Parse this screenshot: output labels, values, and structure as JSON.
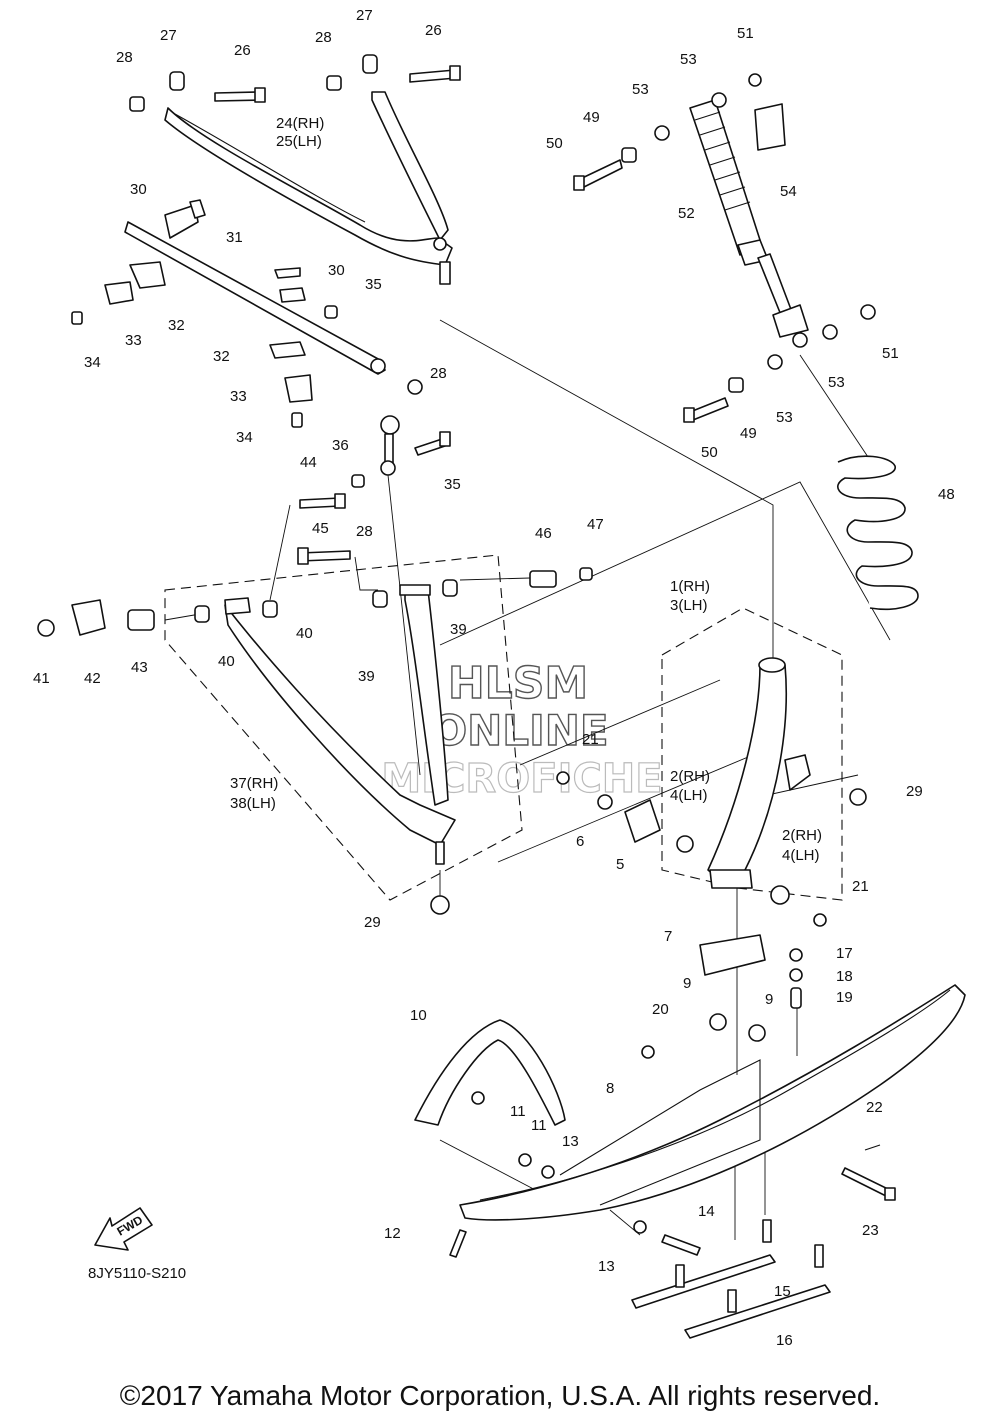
{
  "diagram_code": "8JY5110-S210",
  "fwd_label": "FWD",
  "watermark": {
    "line1": "HLSM",
    "line2": "ONLINE",
    "line3": "MICROFICHE"
  },
  "copyright": "©2017 Yamaha Motor Corporation, U.S.A. All rights reserved.",
  "callouts": [
    {
      "id": "c28a",
      "text": "28"
    },
    {
      "id": "c27a",
      "text": "27"
    },
    {
      "id": "c26a",
      "text": "26"
    },
    {
      "id": "c28b",
      "text": "28"
    },
    {
      "id": "c27b",
      "text": "27"
    },
    {
      "id": "c26b",
      "text": "26"
    },
    {
      "id": "c24",
      "text": "24(RH)"
    },
    {
      "id": "c25",
      "text": "25(LH)"
    },
    {
      "id": "c30a",
      "text": "30"
    },
    {
      "id": "c31",
      "text": "31"
    },
    {
      "id": "c30b",
      "text": "30"
    },
    {
      "id": "c35a",
      "text": "35"
    },
    {
      "id": "c32a",
      "text": "32"
    },
    {
      "id": "c33a",
      "text": "33"
    },
    {
      "id": "c34a",
      "text": "34"
    },
    {
      "id": "c32b",
      "text": "32"
    },
    {
      "id": "c33b",
      "text": "33"
    },
    {
      "id": "c34b",
      "text": "34"
    },
    {
      "id": "c28c",
      "text": "28"
    },
    {
      "id": "c36",
      "text": "36"
    },
    {
      "id": "c35b",
      "text": "35"
    },
    {
      "id": "c44",
      "text": "44"
    },
    {
      "id": "c28d",
      "text": "28"
    },
    {
      "id": "c45",
      "text": "45"
    },
    {
      "id": "c46",
      "text": "46"
    },
    {
      "id": "c47",
      "text": "47"
    },
    {
      "id": "c41",
      "text": "41"
    },
    {
      "id": "c42",
      "text": "42"
    },
    {
      "id": "c43",
      "text": "43"
    },
    {
      "id": "c40a",
      "text": "40"
    },
    {
      "id": "c40b",
      "text": "40"
    },
    {
      "id": "c39a",
      "text": "39"
    },
    {
      "id": "c39b",
      "text": "39"
    },
    {
      "id": "c37",
      "text": "37(RH)"
    },
    {
      "id": "c38",
      "text": "38(LH)"
    },
    {
      "id": "c29a",
      "text": "29"
    },
    {
      "id": "c51a",
      "text": "51"
    },
    {
      "id": "c53a",
      "text": "53"
    },
    {
      "id": "c53b",
      "text": "53"
    },
    {
      "id": "c49a",
      "text": "49"
    },
    {
      "id": "c50a",
      "text": "50"
    },
    {
      "id": "c54",
      "text": "54"
    },
    {
      "id": "c52",
      "text": "52"
    },
    {
      "id": "c51b",
      "text": "51"
    },
    {
      "id": "c53c",
      "text": "53"
    },
    {
      "id": "c53d",
      "text": "53"
    },
    {
      "id": "c49b",
      "text": "49"
    },
    {
      "id": "c50b",
      "text": "50"
    },
    {
      "id": "c48",
      "text": "48"
    },
    {
      "id": "c1",
      "text": "1(RH)"
    },
    {
      "id": "c3",
      "text": "3(LH)"
    },
    {
      "id": "c21a",
      "text": "21"
    },
    {
      "id": "c6",
      "text": "6"
    },
    {
      "id": "c5",
      "text": "5"
    },
    {
      "id": "c2a",
      "text": "2(RH)"
    },
    {
      "id": "c4a",
      "text": "4(LH)"
    },
    {
      "id": "c2b",
      "text": "2(RH)"
    },
    {
      "id": "c4b",
      "text": "4(LH)"
    },
    {
      "id": "c29b",
      "text": "29"
    },
    {
      "id": "c21b",
      "text": "21"
    },
    {
      "id": "c7",
      "text": "7"
    },
    {
      "id": "c17",
      "text": "17"
    },
    {
      "id": "c18",
      "text": "18"
    },
    {
      "id": "c19",
      "text": "19"
    },
    {
      "id": "c9a",
      "text": "9"
    },
    {
      "id": "c9b",
      "text": "9"
    },
    {
      "id": "c20",
      "text": "20"
    },
    {
      "id": "c10",
      "text": "10"
    },
    {
      "id": "c8",
      "text": "8"
    },
    {
      "id": "c11a",
      "text": "11"
    },
    {
      "id": "c11b",
      "text": "11"
    },
    {
      "id": "c13a",
      "text": "13"
    },
    {
      "id": "c22",
      "text": "22"
    },
    {
      "id": "c23",
      "text": "23"
    },
    {
      "id": "c12",
      "text": "12"
    },
    {
      "id": "c14",
      "text": "14"
    },
    {
      "id": "c13b",
      "text": "13"
    },
    {
      "id": "c15",
      "text": "15"
    },
    {
      "id": "c16",
      "text": "16"
    }
  ]
}
